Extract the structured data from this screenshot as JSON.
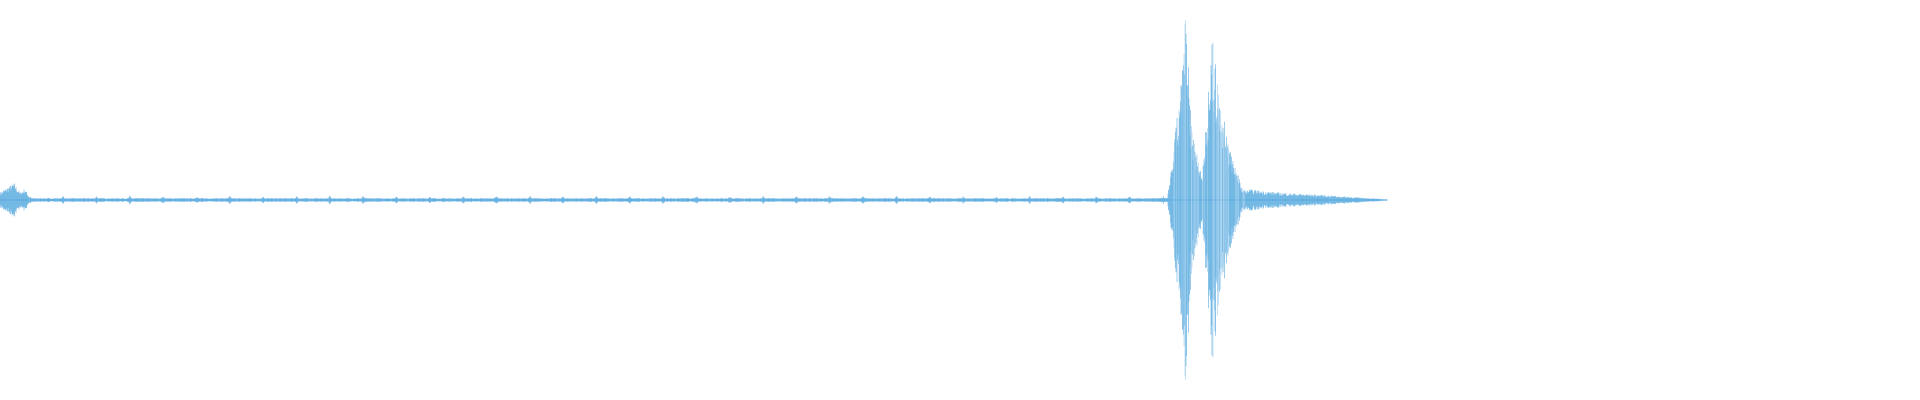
{
  "colors": {
    "background": "#ffffff",
    "waveform": "#5aaae0",
    "waveform_light": "#9ccbec"
  },
  "chart_data": {
    "type": "line",
    "title": "",
    "xlabel": "",
    "ylabel": "",
    "grid": false,
    "legend": "none",
    "ylim": [
      -1,
      1
    ],
    "duration_s": 1.39,
    "envelope": [
      {
        "t": 0.0,
        "amp": 0.04
      },
      {
        "t": 0.014,
        "amp": 0.09
      },
      {
        "t": 0.02,
        "amp": 0.04
      },
      {
        "t": 0.025,
        "amp": 0.06
      },
      {
        "t": 0.03,
        "amp": 0.01
      },
      {
        "t": 1.17,
        "amp": 0.01
      },
      {
        "t": 1.18,
        "amp": 0.45
      },
      {
        "t": 1.188,
        "amp": 0.98
      },
      {
        "t": 1.195,
        "amp": 0.35
      },
      {
        "t": 1.205,
        "amp": 0.15
      },
      {
        "t": 1.215,
        "amp": 0.85
      },
      {
        "t": 1.222,
        "amp": 0.55
      },
      {
        "t": 1.232,
        "amp": 0.3
      },
      {
        "t": 1.245,
        "amp": 0.06
      },
      {
        "t": 1.28,
        "amp": 0.04
      },
      {
        "t": 1.33,
        "amp": 0.025
      },
      {
        "t": 1.385,
        "amp": 0.005
      },
      {
        "t": 1.39,
        "amp": 0.0
      }
    ],
    "pulse_train": {
      "start_s": 0.03,
      "end_s": 1.17,
      "interval_s": 0.0334,
      "amp": 0.018,
      "baseline_amp": 0.003
    }
  }
}
